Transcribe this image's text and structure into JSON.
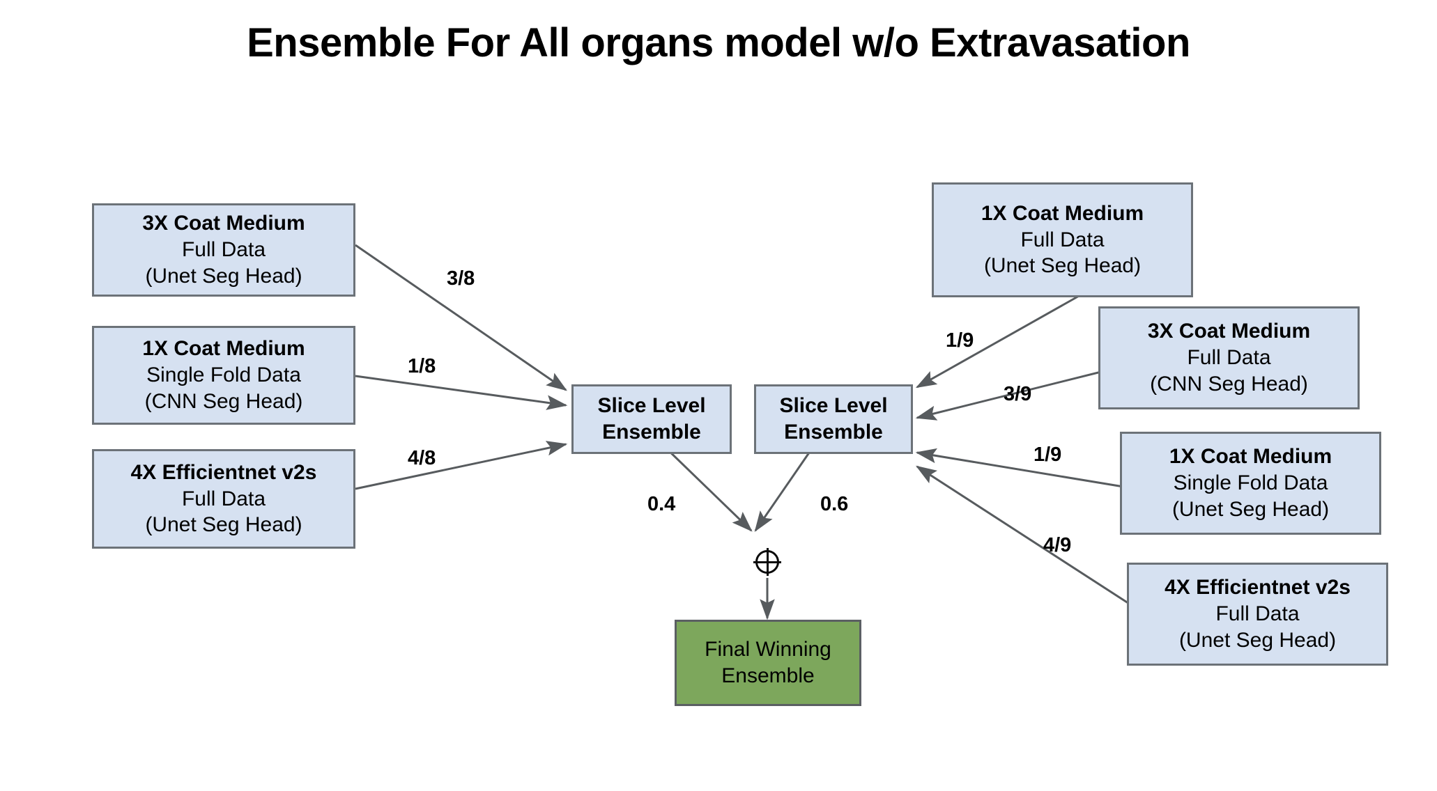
{
  "title": "Ensemble For All organs model w/o Extravasation",
  "nodes": {
    "left": [
      {
        "id": "left-model-1",
        "line1": "3X Coat Medium",
        "line2": "Full Data",
        "line3": "(Unet Seg Head)",
        "weight": "3/8"
      },
      {
        "id": "left-model-2",
        "line1": "1X Coat Medium",
        "line2": "Single Fold Data",
        "line3": "(CNN Seg Head)",
        "weight": "1/8"
      },
      {
        "id": "left-model-3",
        "line1": "4X Efficientnet v2s",
        "line2": "Full Data",
        "line3": "(Unet Seg Head)",
        "weight": "4/8"
      }
    ],
    "right": [
      {
        "id": "right-model-1",
        "line1": "1X Coat Medium",
        "line2": "Full Data",
        "line3": "(Unet Seg Head)",
        "weight": "1/9"
      },
      {
        "id": "right-model-2",
        "line1": "3X Coat Medium",
        "line2": "Full Data",
        "line3": "(CNN Seg Head)",
        "weight": "3/9"
      },
      {
        "id": "right-model-3",
        "line1": "1X Coat Medium",
        "line2": "Single Fold Data",
        "line3": "(Unet Seg Head)",
        "weight": "1/9"
      },
      {
        "id": "right-model-4",
        "line1": "4X Efficientnet v2s",
        "line2": "Full Data",
        "line3": "(Unet Seg Head)",
        "weight": "4/9"
      }
    ],
    "ensemble_left": {
      "line1": "Slice Level",
      "line2": "Ensemble",
      "weight": "0.4"
    },
    "ensemble_right": {
      "line1": "Slice Level",
      "line2": "Ensemble",
      "weight": "0.6"
    },
    "combiner": {
      "symbol": "plus-circle"
    },
    "final": {
      "line1": "Final Winning",
      "line2": "Ensemble"
    }
  },
  "colors": {
    "node_fill": "#d6e1f1",
    "node_border": "#6c7278",
    "final_fill": "#7da75c",
    "final_border": "#5b5f63",
    "edge": "#575b5e",
    "text": "#000000",
    "background": "#ffffff"
  },
  "chart_data": {
    "type": "diagram",
    "title": "Ensemble For All organs model w/o Extravasation",
    "edges": [
      {
        "from": "3X Coat Medium / Full Data / (Unet Seg Head)",
        "to": "Slice Level Ensemble (left)",
        "label": "3/8"
      },
      {
        "from": "1X Coat Medium / Single Fold Data / (CNN Seg Head)",
        "to": "Slice Level Ensemble (left)",
        "label": "1/8"
      },
      {
        "from": "4X Efficientnet v2s / Full Data / (Unet Seg Head)",
        "to": "Slice Level Ensemble (left)",
        "label": "4/8"
      },
      {
        "from": "1X Coat Medium / Full Data / (Unet Seg Head)",
        "to": "Slice Level Ensemble (right)",
        "label": "1/9"
      },
      {
        "from": "3X Coat Medium / Full Data / (CNN Seg Head)",
        "to": "Slice Level Ensemble (right)",
        "label": "3/9"
      },
      {
        "from": "1X Coat Medium / Single Fold Data / (Unet Seg Head)",
        "to": "Slice Level Ensemble (right)",
        "label": "1/9"
      },
      {
        "from": "4X Efficientnet v2s / Full Data / (Unet Seg Head)",
        "to": "Slice Level Ensemble (right)",
        "label": "4/9"
      },
      {
        "from": "Slice Level Ensemble (left)",
        "to": "plus-circle",
        "label": "0.4"
      },
      {
        "from": "Slice Level Ensemble (right)",
        "to": "plus-circle",
        "label": "0.6"
      },
      {
        "from": "plus-circle",
        "to": "Final Winning Ensemble",
        "label": ""
      }
    ]
  }
}
